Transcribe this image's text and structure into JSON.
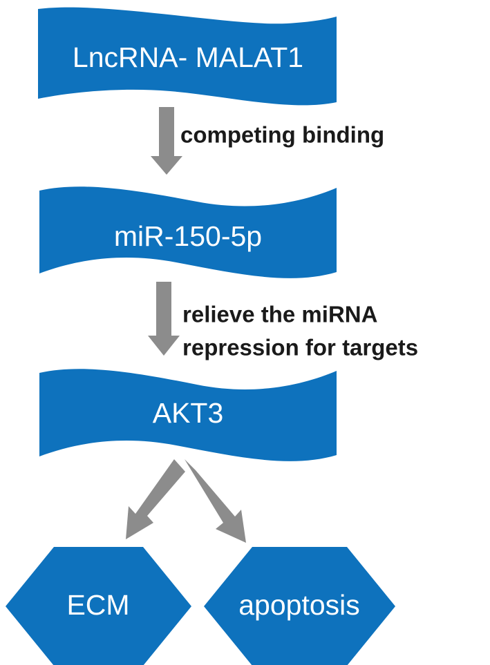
{
  "figure": {
    "type": "pathway-flow-diagram",
    "background_color": "#ffffff",
    "node_color": "#0e72bd",
    "node_text_color": "#ffffff",
    "arrow_color": "#8c8c8c",
    "edge_text_color": "#1a1a1a"
  },
  "nodes": [
    {
      "id": "lncrna",
      "shape": "wave-ribbon",
      "label": "LncRNA- MALAT1"
    },
    {
      "id": "mirna",
      "shape": "wave-ribbon",
      "label": "miR-150-5p"
    },
    {
      "id": "akt3",
      "shape": "wave-ribbon",
      "label": "AKT3"
    },
    {
      "id": "ecm",
      "shape": "hexagon",
      "label": "ECM"
    },
    {
      "id": "apoptosis",
      "shape": "hexagon",
      "label": "apoptosis"
    }
  ],
  "edges": [
    {
      "id": "lncrna-to-mirna",
      "from": "lncrna",
      "to": "mirna",
      "arrow": "down",
      "label_lines": [
        "competing binding"
      ]
    },
    {
      "id": "mirna-to-akt3",
      "from": "mirna",
      "to": "akt3",
      "arrow": "down",
      "label_lines": [
        "relieve the miRNA",
        "repression for targets"
      ]
    },
    {
      "id": "akt3-to-ecm",
      "from": "akt3",
      "to": "ecm",
      "arrow": "down-left",
      "label_lines": []
    },
    {
      "id": "akt3-to-apoptosis",
      "from": "akt3",
      "to": "apoptosis",
      "arrow": "down-right",
      "label_lines": []
    }
  ],
  "labels": {
    "lncrna": "LncRNA- MALAT1",
    "mirna": "miR-150-5p",
    "akt3": "AKT3",
    "ecm": "ECM",
    "apoptosis": "apoptosis",
    "edge1": "competing binding",
    "edge2_line1": "relieve the miRNA",
    "edge2_line2": "repression for targets"
  }
}
